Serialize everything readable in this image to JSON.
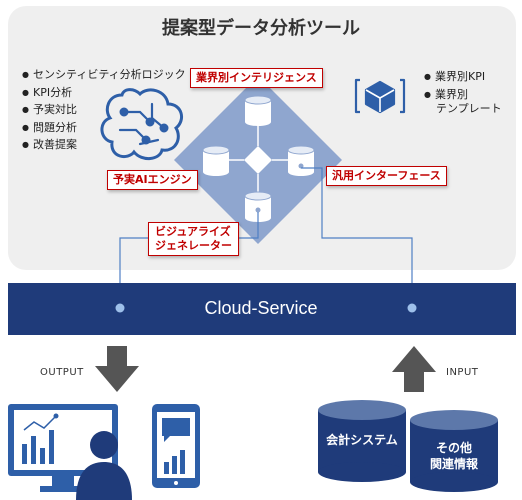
{
  "title": "提案型データ分析ツール",
  "features": [
    "センシティビティ分析ロジック",
    "KPI分析",
    "予実対比",
    "問題分析",
    "改善提案"
  ],
  "right_features": [
    {
      "label": "業界別KPI"
    },
    {
      "label": "業界別",
      "cont": "テンプレート"
    }
  ],
  "modules": {
    "industry_intelligence": "業界別インテリジェンス",
    "ai_engine": "予実AIエンジン",
    "interface": "汎用インターフェース",
    "visualize_generator_1": "ビジュアライズ",
    "visualize_generator_2": "ジェネレーター"
  },
  "cloud_service": "Cloud-Service",
  "output_label": "OUTPUT",
  "input_label": "INPUT",
  "inputs": {
    "accounting": "会計システム",
    "other_1": "その他",
    "other_2": "関連情報"
  },
  "colors": {
    "panel": "#efefef",
    "diamond": "#8fa6cf",
    "navy": "#1f3b7a",
    "accent_red": "#c00000",
    "arrow_gray": "#555555",
    "device_blue": "#2e5fa8"
  },
  "icons": [
    "brain-network-icon",
    "box-cube-icon",
    "database-icon",
    "monitor-chart-icon",
    "user-icon",
    "tablet-chart-icon",
    "arrow-down-icon",
    "arrow-up-icon"
  ]
}
